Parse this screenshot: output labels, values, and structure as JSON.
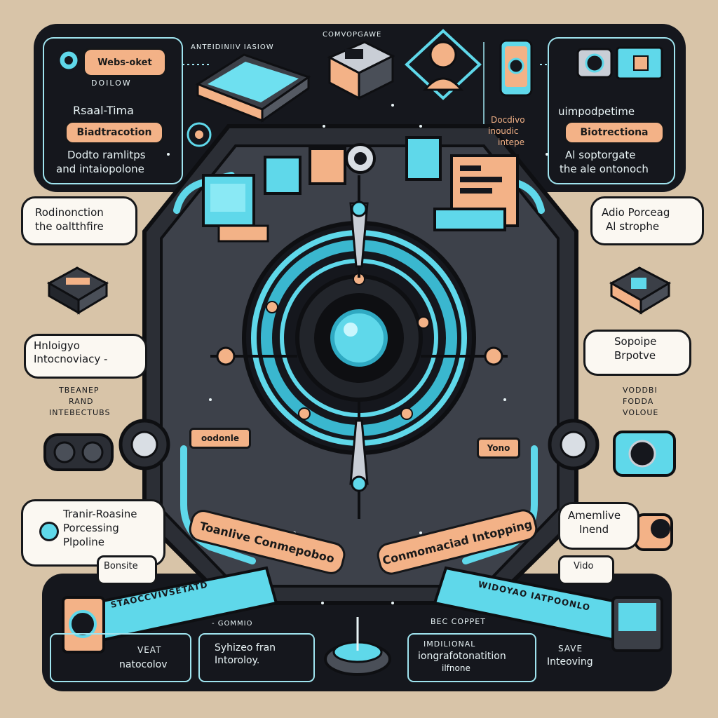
{
  "colors": {
    "background": "#d8c4a8",
    "panel": "#15171d",
    "cyan": "#5fd8ea",
    "peach": "#f3b287",
    "metal": "#4a4f58"
  },
  "top_left": {
    "pill": "Webs-oket",
    "sub": "DOILOW",
    "line1": "Rsaal-Tima",
    "pill2": "Biadtracotion",
    "line2": "Dodto ramlitps",
    "line3": "and intaiopolone"
  },
  "top_center": {
    "header_left": "ANTEIDINIIV IASIOW",
    "header_right": "COMVOPGAWE"
  },
  "top_right": {
    "note1": "Docdivo",
    "note2": "inoudic",
    "note3": "intepe",
    "title": "uimpodpetime",
    "pill": "Biotrectiona",
    "line1": "Al soptorgate",
    "line2": "the ale ontonoch"
  },
  "side_left": {
    "box1_line1": "Rodinonction",
    "box1_line2": "the oaltthfire",
    "box2": "Hnloigyo Intocnoviacy -",
    "text1": "TBEANEP",
    "text2": "RAND",
    "text3": "INTEBECTUBS",
    "box3_line1": "Tranir-Roasine",
    "box3_line2": "Porcessing",
    "box3_line3": "Plpoline"
  },
  "side_right": {
    "box1_line1": "Adio Porceag",
    "box1_line2": "Al strophe",
    "box2_line1": "Sopoipe",
    "box2_line2": "Brpotve",
    "text1": "VODDBI",
    "text2": "FODDA",
    "text3": "VOLOUE",
    "box3_line1": "Amemlive",
    "box3_line2": "Inend"
  },
  "center": {
    "tag_left": "oodonle",
    "tag_right": "Yono",
    "ribbon_left": "Toanlive Conmepoboo",
    "ribbon_right": "Conmomaciad Intopping"
  },
  "bottom": {
    "left_tag": "Bonsite",
    "right_tag": "Vido",
    "band_left": "STAOCCVIVSETATD",
    "band_right": "WIDOYAO IATPOONLO",
    "left_text1": "VEAT",
    "left_text2": "natocolov",
    "mid_top": "- GOMMIO",
    "mid_text1": "Syhizeo fran",
    "mid_text2": "Intoroloy.",
    "right_top": "BEC COPPET",
    "right_text1": "IMDILIONAL",
    "right_text2": "iongrafotonatition",
    "right_text3": "ilfnone",
    "far_right1": "SAVE",
    "far_right2": "Inteoving"
  }
}
